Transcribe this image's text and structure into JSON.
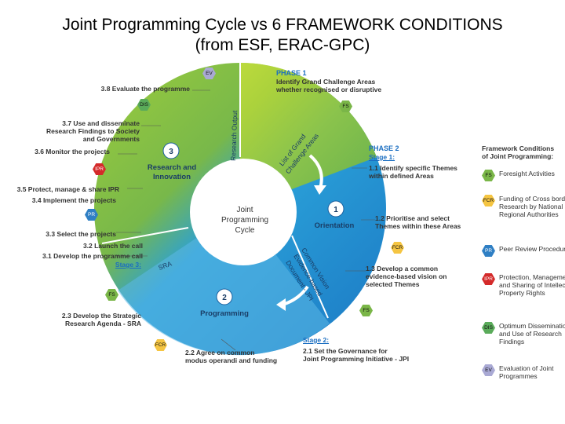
{
  "title": {
    "line1": "Joint Programming Cycle vs 6 FRAMEWORK CONDITIONS",
    "line2": "(from ESF, ERAC-GPC)"
  },
  "colors": {
    "green": "#8dc63f",
    "blue": "#1e8fd6",
    "light_blue": "#6cc3ec",
    "fs": "#7ab648",
    "fcr": "#f5c542",
    "pr": "#2f7fc4",
    "ipr": "#d42a2a",
    "dis": "#5aab5a",
    "ev": "#9b9bc8"
  },
  "center": {
    "line1": "Joint",
    "line2": "Programming",
    "line3": "Cycle"
  },
  "ring": {
    "research_output": "Research Output",
    "list_areas_1": "List of Grand",
    "list_areas_2": "Challenge Areas",
    "common_vision_1": "Common Vision",
    "common_vision_2": "Evidence-based",
    "common_vision_3": "Document - JPI",
    "sra": "SRA"
  },
  "sections": {
    "s1": {
      "number": "1",
      "label": "Orientation"
    },
    "s2": {
      "number": "2",
      "label": "Programming"
    },
    "s3": {
      "number": "3",
      "label_line1": "Research and",
      "label_line2": "Innovation"
    }
  },
  "phase1": {
    "title": "PHASE 1",
    "desc_line1": "Identify Grand Challenge Areas",
    "desc_line2": "whether recognised or disruptive"
  },
  "phase2": {
    "title": "PHASE 2",
    "stage1": "Stage 1:",
    "s11_line1": "1.1 Identify specific Themes",
    "s11_line2": "within defined Areas",
    "s12_line1": "1.2 Prioritise and select",
    "s12_line2": "Themes within these Areas",
    "s13_line1": "1.3 Develop a common",
    "s13_line2": "evidence-based vision on",
    "s13_line3": "selected Themes",
    "stage2": "Stage 2:",
    "s21_line1": "2.1 Set the Governance for",
    "s21_line2": "Joint Programming Initiative - JPI",
    "s22_line1": "2.2 Agree on common",
    "s22_line2": "modus operandi and funding",
    "s23_line1": "2.3 Develop the Strategic",
    "s23_line2": "Research Agenda - SRA",
    "stage3": "Stage 3:",
    "s31": "3.1 Develop the programme call",
    "s32": "3.2 Launch the call",
    "s33": "3.3  Select the projects",
    "s34": "3.4  Implement the projects",
    "s35": "3.5 Protect, manage & share IPR",
    "s36": "3.6 Monitor the projects",
    "s37_line1": "3.7 Use and disseminate",
    "s37_line2": "Research Findings to Society",
    "s37_line3": "and Governments",
    "s38": "3.8 Evaluate the programme"
  },
  "legend": {
    "title_line1": "Framework Conditions",
    "title_line2": "of Joint Programming:",
    "items": [
      {
        "code": "FS",
        "text": "Foresight Activities"
      },
      {
        "code": "FCR",
        "text": "Funding of Cross border Research by National or Regional Authorities"
      },
      {
        "code": "PR",
        "text": "Peer Review Procedure"
      },
      {
        "code": "IPR",
        "text": "Protection, Management and Sharing of Intellectual Property Rights"
      },
      {
        "code": "DIS",
        "text": "Optimum Dissemination and Use of Research Findings"
      },
      {
        "code": "EV",
        "text": "Evaluation of Joint Programmes"
      }
    ]
  },
  "hex_badges": {
    "ev": "EV",
    "dis": "DIS",
    "ipr": "IPR",
    "pr": "PR",
    "fs": "FS",
    "fcr": "FCR"
  }
}
